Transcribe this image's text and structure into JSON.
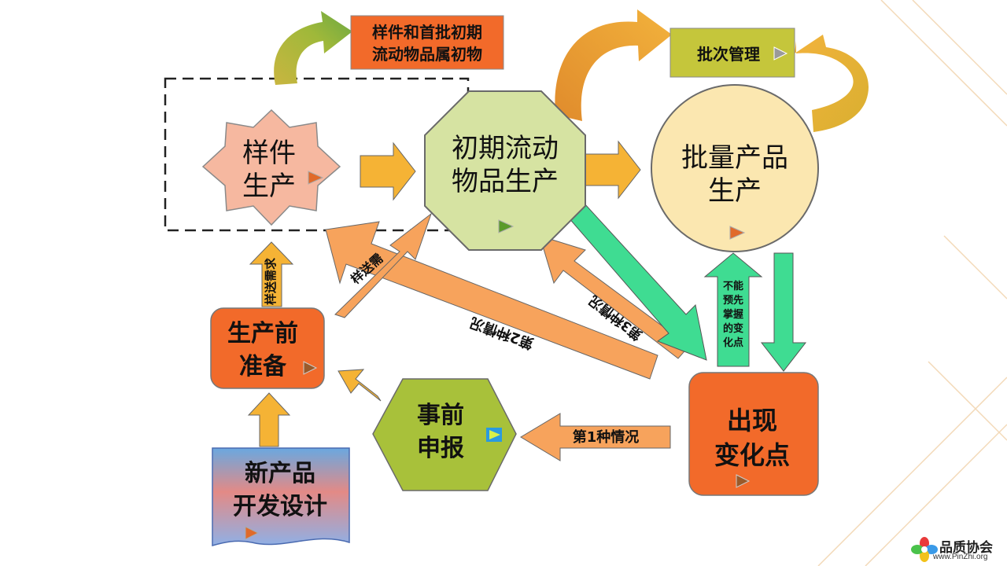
{
  "nodes": {
    "sample_production": [
      "样件",
      "生产"
    ],
    "initial_flow_production": [
      "初期流动",
      "物品生产"
    ],
    "mass_production": [
      "批量产品",
      "生产"
    ],
    "pre_production_prep": [
      "生产前",
      "准备"
    ],
    "advance_report": [
      "事前",
      "申报"
    ],
    "change_point": [
      "出现",
      "变化点"
    ],
    "new_product_design": [
      "新产品",
      "开发设计"
    ]
  },
  "callouts": {
    "sample_initial_note": [
      "样件和首批初期",
      "流动物品属初物"
    ],
    "batch_management": "批次管理"
  },
  "arrow_labels": {
    "case1": "第1种情况",
    "case2": "第2种情况",
    "case3": "第3种情况",
    "sample_supply": "样送需求",
    "sample_short": "样送需",
    "unpredictable_change": [
      "不能",
      "预先",
      "掌握",
      "的变",
      "化点"
    ]
  },
  "footer": {
    "brand": "品质协会",
    "url": "www.PinZhi.org"
  },
  "colors": {
    "sample_fill": "#f6b8a0",
    "initial_fill": "#d6e3a2",
    "mass_fill": "#fbe7b0",
    "orange_box": "#f26a2a",
    "green_hex": "#a8c13a",
    "yellow_arrow": "#f5b335",
    "orange_arrow": "#f7a35c",
    "green_arrow": "#3fdc92",
    "batch_fill": "#c5c63b"
  }
}
